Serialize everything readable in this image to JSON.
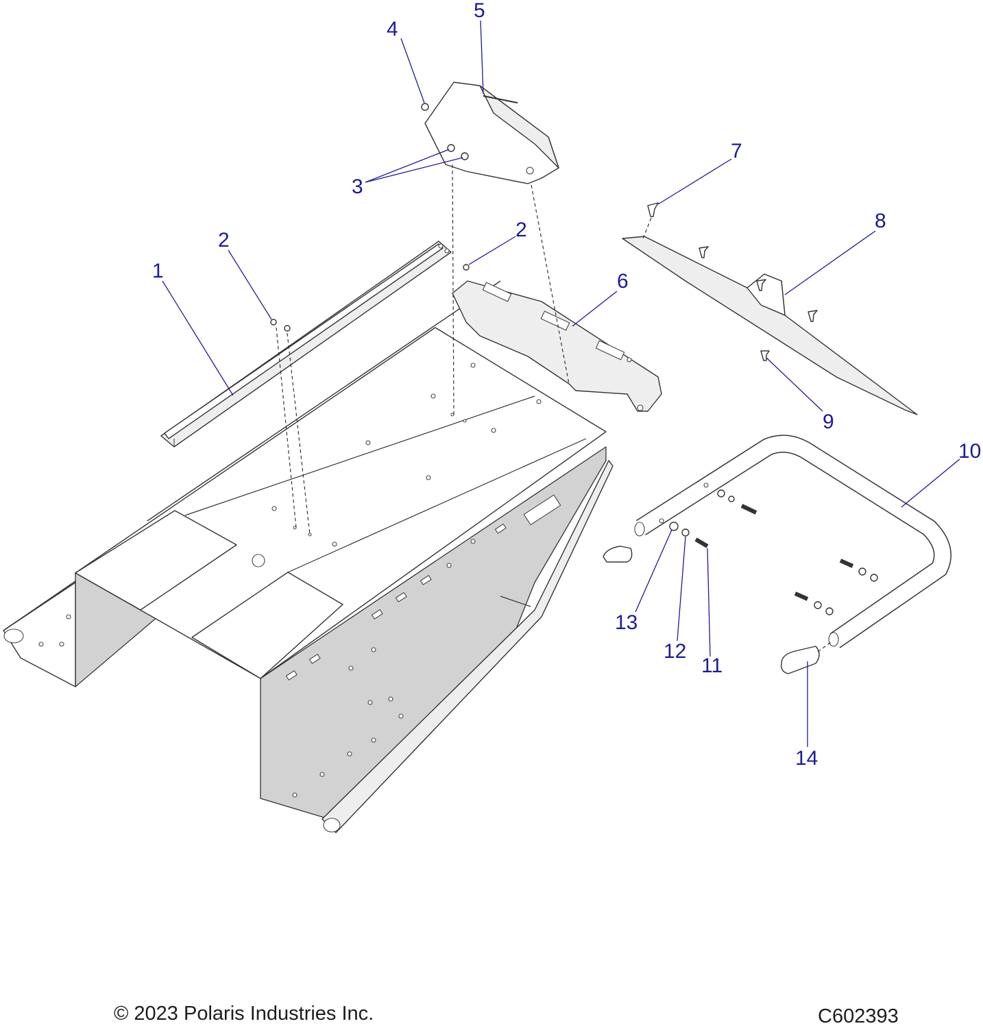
{
  "callouts": [
    {
      "id": "1",
      "label": "1"
    },
    {
      "id": "2a",
      "label": "2"
    },
    {
      "id": "2b",
      "label": "2"
    },
    {
      "id": "3",
      "label": "3"
    },
    {
      "id": "4",
      "label": "4"
    },
    {
      "id": "5",
      "label": "5"
    },
    {
      "id": "6",
      "label": "6"
    },
    {
      "id": "7",
      "label": "7"
    },
    {
      "id": "8",
      "label": "8"
    },
    {
      "id": "9",
      "label": "9"
    },
    {
      "id": "10",
      "label": "10"
    },
    {
      "id": "11",
      "label": "11"
    },
    {
      "id": "12",
      "label": "12"
    },
    {
      "id": "13",
      "label": "13"
    },
    {
      "id": "14",
      "label": "14"
    }
  ],
  "footer": {
    "copyright": "© 2023 Polaris Industries Inc.",
    "drawing_id": "C602393"
  },
  "colors": {
    "callout": "#1a1a9c",
    "outline": "#333333",
    "shade": "#d2d2d2"
  }
}
